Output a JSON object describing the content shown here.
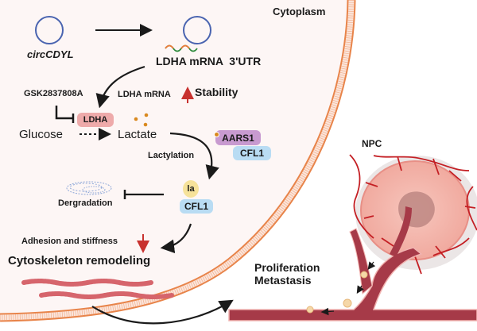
{
  "compartment": {
    "label": "Cytoplasm"
  },
  "circrna": {
    "label": "circCDYL"
  },
  "mrna": {
    "label": "LDHA mRNA  3'UTR"
  },
  "inhibitor": {
    "label": "GSK2837808A"
  },
  "stability": {
    "prefix": "LDHA mRNA",
    "label": "Stability",
    "direction": "up"
  },
  "glycolysis": {
    "substrate": "Glucose",
    "product": "Lactate",
    "enzyme": "LDHA"
  },
  "complex": {
    "top": "AARS1",
    "bottom": "CFL1"
  },
  "lactylation": {
    "label": "Lactylation"
  },
  "modified": {
    "mark": "la",
    "protein": "CFL1"
  },
  "degradation": {
    "label": "Dergradation"
  },
  "adhesion": {
    "label": "Adhesion and stiffness",
    "direction": "down"
  },
  "cytoskeleton": {
    "label": "Cytoskeleton remodeling"
  },
  "tumor": {
    "label": "NPC"
  },
  "outcome": {
    "line1": "Proliferation",
    "line2": "Metastasis"
  },
  "colors": {
    "cytoplasm_bg": "#fdf6f5",
    "membrane": "#e8844a",
    "ldha_pill": "#eeaaaa",
    "aars1_pill": "#c89ad0",
    "cfl1_pill": "#b9dcf3",
    "la_pill": "#f6e29a",
    "arrow_red": "#c8322f",
    "vessel": "#a63a48",
    "tumor": "#f4b8ae"
  }
}
